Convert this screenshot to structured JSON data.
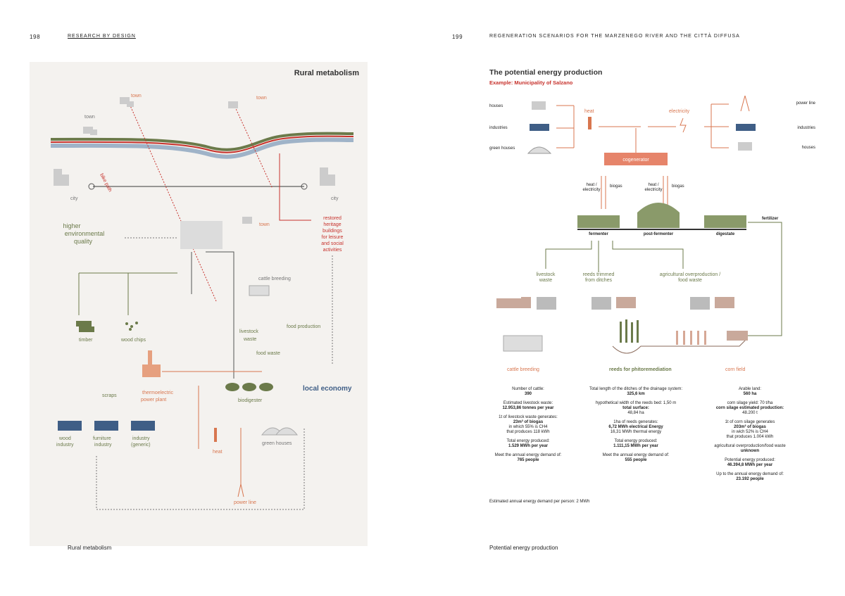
{
  "left_page": {
    "page_number": "198",
    "running_head": "RESEARCH BY DESIGN",
    "caption": "Rural metabolism",
    "diagram": {
      "title": "Rural metabolism",
      "towns": [
        "town",
        "town",
        "town",
        "town"
      ],
      "cities": [
        "city",
        "city"
      ],
      "bike_path": "bike path",
      "higher_quality": [
        "higher",
        "environmental",
        "quality"
      ],
      "restored": [
        "restored",
        "heritage",
        "buildings",
        "for leisure",
        "and social",
        "activities"
      ],
      "cattle_breeding": "cattle breeding",
      "livestock_waste": [
        "livestock",
        "waste"
      ],
      "food_production": "food production",
      "food_waste": "food waste",
      "timber": "timber",
      "wood_chips": "wood chips",
      "scraps": "scraps",
      "thermoelectric": [
        "thermoelectric",
        "power plant"
      ],
      "biodigester": "biodigester",
      "local_economy": "local economy",
      "wood_industry": [
        "wood",
        "industry"
      ],
      "furniture_industry": [
        "furniture",
        "industry"
      ],
      "industry_generic": [
        "industry",
        "(generic)"
      ],
      "heat": "heat",
      "green_houses": "green houses",
      "power_line": "power line"
    }
  },
  "right_page": {
    "page_number": "199",
    "running_head": "REGENERATION SCENARIOS FOR THE MARZENEGO RIVER AND THE CITTÀ DIFFUSA",
    "caption": "Potential energy production",
    "diagram": {
      "title": "The potential energy production",
      "subtitle": "Example: Municipality of Salzano",
      "left_uses": [
        "houses",
        "industries",
        "green houses"
      ],
      "right_uses": [
        "power line",
        "industries",
        "houses"
      ],
      "heat": "heat",
      "electricity": "electricity",
      "cogenerator": "cogenerator",
      "heat_electricity": [
        "heat /",
        "electricity"
      ],
      "biogas": "biogas",
      "fermenter": "fermenter",
      "post_fermenter": "post-fermenter",
      "digestate": "digestate",
      "fertilizer": "fertilizer",
      "livestock_waste": [
        "livestock",
        "waste"
      ],
      "reeds_trimmed": [
        "reeds trimmed",
        "from ditches"
      ],
      "agri_over": [
        "agricultural overproduction /",
        "food waste"
      ],
      "cattle_heading": "cattle breeding",
      "reeds_heading": "reeds for phitoremediation",
      "corn_heading": "corn field",
      "cattle_stats": [
        {
          "label": "Number of cattle:",
          "value": "390"
        },
        {
          "label": "Estimated livestock waste:",
          "value": "12.953,86 tonnes per year"
        },
        {
          "label": "1t of livestock waste generates:",
          "value": "23m³ of biogas",
          "extra": [
            "in which 55% is CH4",
            "that produces 118 kWh"
          ]
        },
        {
          "label": "Total energy produced:",
          "value": "1.529 MWh per year"
        },
        {
          "label": "Meet the annual energy demand of:",
          "value": "765 people"
        }
      ],
      "reeds_stats": [
        {
          "label": "Total length of the ditches of the drainage system:",
          "value": "325,6 km"
        },
        {
          "label": "hypothetical width of the reeds bed: 1,50 m",
          "value": "total surface:",
          "extra": [
            "48,84 ha"
          ]
        },
        {
          "label": "1ha of reeds generates:",
          "value": "6,72 MWh electrical Energy",
          "extra": [
            "16,31 MWh thermal energy"
          ]
        },
        {
          "label": "Total energy produced:",
          "value": "1.111,15 MWh per year"
        },
        {
          "label": "Meet the annual energy demand of:",
          "value": "555 people"
        }
      ],
      "corn_stats": [
        {
          "label": "Arable land:",
          "value": "560 ha"
        },
        {
          "label": "corn silage yield: 70 t/ha",
          "value": "corn silage estimated production:",
          "extra": [
            "48.200 t"
          ]
        },
        {
          "label": "1t of corn silage generates",
          "value": "203m³ of biogas",
          "extra": [
            "in wich 52% is CH4",
            "that produces 1.004 kWh"
          ]
        },
        {
          "label": "agricultural overproduction/food waste",
          "value": "unknown"
        },
        {
          "label": "Potential energy produced:",
          "value": "46.394,8 MWh per year"
        },
        {
          "label": "Up to the annual energy demand of:",
          "value": "23.192 people"
        }
      ],
      "footnote": "Estimated annual energy demand per person: 2 MWh"
    }
  },
  "colors": {
    "green": "#6b7a4a",
    "orange": "#d8764f",
    "red": "#c7322c",
    "blue": "#3f5e86",
    "panel": "#f4f2ef"
  }
}
